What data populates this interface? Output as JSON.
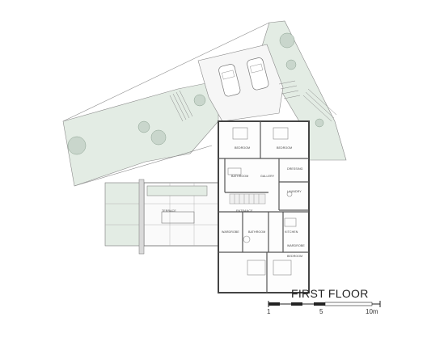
{
  "floor_title": "FIRST FLOOR",
  "scale_bar": {
    "ticks": [
      "1",
      "5",
      "10m"
    ]
  },
  "rooms": {
    "bedroom_nw": "BEDROOM",
    "bedroom_ne": "BEDROOM",
    "bathroom_n": "BATHROOM",
    "gallery": "GALLERY",
    "dressing_ne": "DRESSING",
    "laundry": "LAUNDRY",
    "terrace": "TERRACE",
    "entrance": "ENTRANCE",
    "wardrobe_w": "WARDROBE",
    "bathroom_s": "BATHROOM",
    "kitchen": "KITCHEN",
    "wardrobe_e": "WARDROBE",
    "bedroom_s": "BEDROOM"
  },
  "colors": {
    "garden": "#e3ece4",
    "wall": "#555555",
    "line": "#9a9a9a",
    "tree": "#c9d6cc",
    "ink": "#222222"
  }
}
